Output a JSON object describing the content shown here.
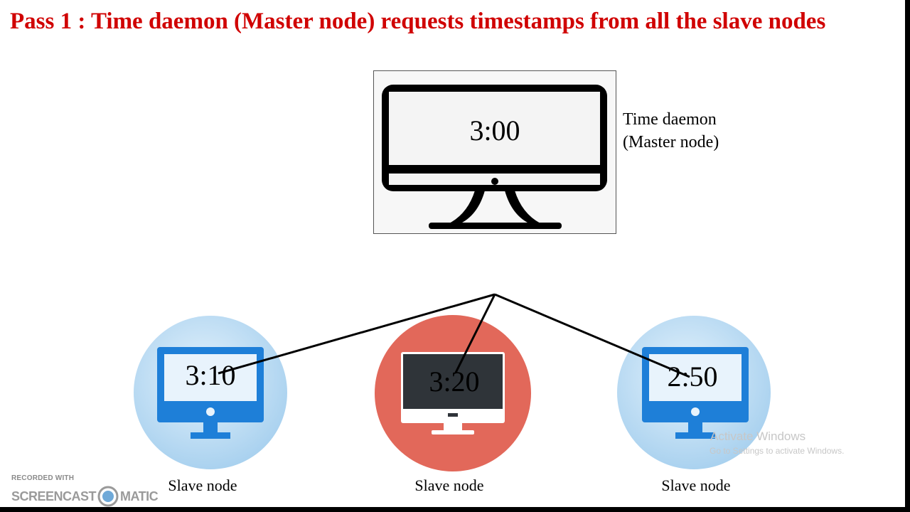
{
  "title": "Pass 1 : Time daemon (Master node) requests timestamps from all the slave nodes",
  "master": {
    "time": "3:00",
    "label_line1": "Time daemon",
    "label_line2": "(Master node)"
  },
  "slaves": [
    {
      "time": "3:10",
      "label": "Slave node",
      "icon": "monitor-icon",
      "circle_color": "#b9dcf5",
      "screen_color": "#1e7fd8"
    },
    {
      "time": "3:20",
      "label": "Slave node",
      "icon": "monitor-icon",
      "circle_color": "#e2685a",
      "screen_color": "#2f3439"
    },
    {
      "time": "2:50",
      "label": "Slave node",
      "icon": "monitor-icon",
      "circle_color": "#b9dcf5",
      "screen_color": "#1e7fd8"
    }
  ],
  "watermark": {
    "title": "Activate Windows",
    "subtitle": "Go to Settings to activate Windows."
  },
  "recorder": {
    "caption": "RECORDED WITH",
    "brand_left": "SCREENCAST",
    "brand_right": "MATIC"
  },
  "colors": {
    "title": "#d00000",
    "line": "#000000"
  }
}
